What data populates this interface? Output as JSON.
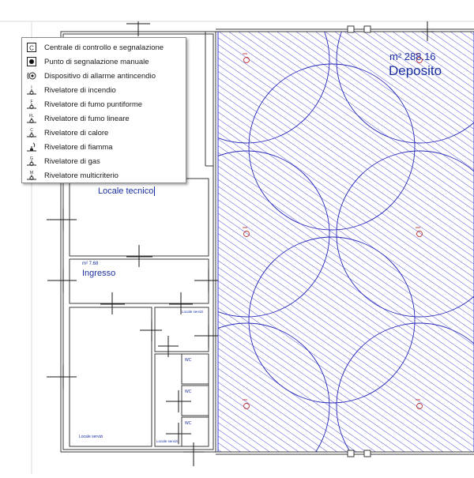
{
  "menu": {
    "items": [
      {
        "label": "Centrale di controllo e segnalazione",
        "icon": "control-panel-icon"
      },
      {
        "label": "Punto di segnalazione manuale",
        "icon": "manual-call-point-icon"
      },
      {
        "label": "Dispositivo di allarme antincendio",
        "icon": "fire-alarm-device-icon"
      },
      {
        "label": "Rivelatore di incendio",
        "icon": "fire-detector-icon",
        "tag": "I"
      },
      {
        "label": "Rivelatore di fumo puntiforme",
        "icon": "point-smoke-detector-icon",
        "tag": "F"
      },
      {
        "label": "Rivelatore di fumo lineare",
        "icon": "linear-smoke-detector-icon",
        "tag": "FL"
      },
      {
        "label": "Rivelatore di calore",
        "icon": "heat-detector-icon",
        "tag": "C"
      },
      {
        "label": "Rivelatore di fiamma",
        "icon": "flame-detector-icon",
        "tag": "Fl"
      },
      {
        "label": "Rivelatore di gas",
        "icon": "gas-detector-icon",
        "tag": "G"
      },
      {
        "label": "Rivelatore multicriterio",
        "icon": "multi-criteria-detector-icon",
        "tag": "M"
      }
    ]
  },
  "rooms": {
    "deposito": {
      "area": "m² 288.16",
      "name": "Deposito"
    },
    "locale_tecnico": {
      "name": "Locale tecnico"
    },
    "ingresso": {
      "area": "m² 7.68",
      "name": "Ingresso"
    },
    "locale_servizi": {
      "name": "Locale servizi"
    },
    "locale_servizi_small": {
      "name": "Locale servizi"
    },
    "locale_servizi_bottom": {
      "name": "Locale servizi"
    },
    "wc": {
      "name": "WC"
    }
  },
  "colors": {
    "hatch": "#3a3ad8",
    "wall": "#3a3a3a",
    "room_text": "#1a2fa0",
    "detector": "#c03030"
  }
}
